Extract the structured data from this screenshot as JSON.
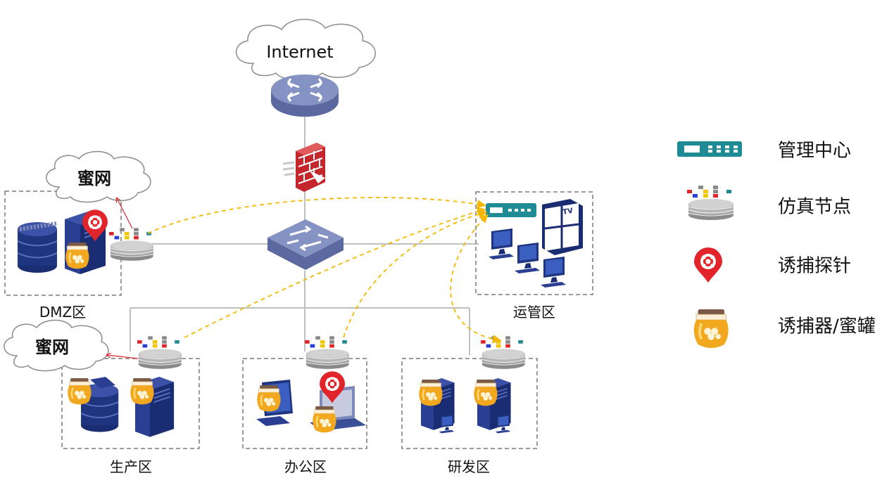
{
  "nodes": {
    "internet": "Internet",
    "honeynet_top": "蜜网",
    "honeynet_bottom": "蜜网",
    "tv": "TV"
  },
  "zones": {
    "dmz": "DMZ区",
    "ops": "运管区",
    "production": "生产区",
    "office": "办公区",
    "rnd": "研发区"
  },
  "legend": [
    {
      "icon": "management-center-icon",
      "label": "管理中心"
    },
    {
      "icon": "emulation-node-icon",
      "label": "仿真节点"
    },
    {
      "icon": "decoy-probe-icon",
      "label": "诱捕探针"
    },
    {
      "icon": "honeypot-icon",
      "label": "诱捕器/蜜罐"
    }
  ],
  "colors": {
    "link": "#bfbfbf",
    "dashed_flow": "#f5b800",
    "honeynet_arrow": "#e0242a",
    "device_blue": "#1f3580",
    "router_gray": "#7d89b8",
    "mgmt_teal": "#1f8b95",
    "probe_red": "#e0242a"
  }
}
